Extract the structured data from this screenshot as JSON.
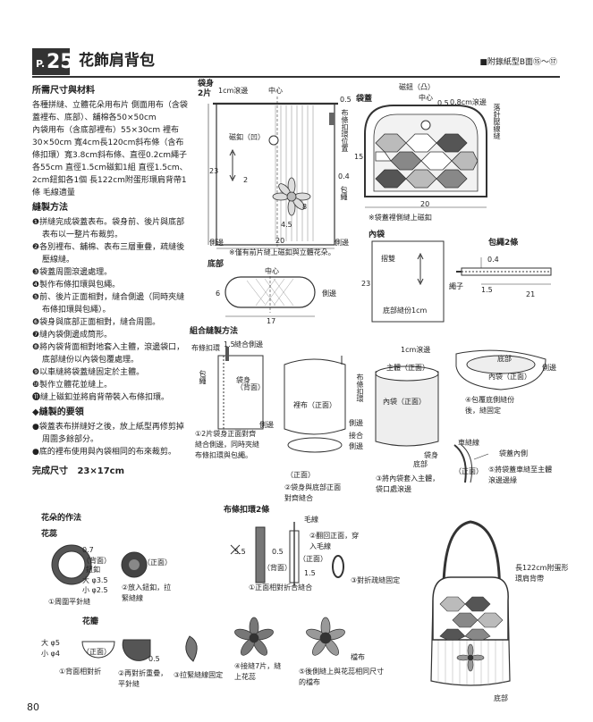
{
  "header": {
    "page_prefix": "P.",
    "page_no": "25",
    "title": "花飾肩背包",
    "ref": "■附錄紙型B面⑮〜⑰"
  },
  "materials": {
    "heading": "所需尺寸與材料",
    "lines": [
      "各種拼縫、立體花朵用布片 側面用布（含袋蓋裡布、底部）、舖棉各50×50cm",
      "內袋用布（含底部裡布）55×30cm 裡布30×50cm 寬4cm長120cm斜布條（含布條扣環）寬3.8cm斜布條、直徑0.2cm繩子各55cm 直徑1.5cm磁釦1組 直徑1.5cm、2cm鈕釦各1個 長122cm附蛋形環肩背帶1條 毛線適量"
    ]
  },
  "sewing": {
    "heading": "縫製方法",
    "steps": [
      "❶拼縫完成袋蓋表布。袋身前、後片與底部表布以一整片布裁剪。",
      "❷各別裡布、舖棉、表布三層重疊，疏縫後壓線縫。",
      "❸袋蓋周圍滾邊處理。",
      "❹製作布條扣環與包繩。",
      "❺前、後片正面相對，縫合側邊（同時夾縫布條扣環與包繩）。",
      "❻袋身與底部正面相對，縫合周圍。",
      "❼縫內袋側邊成筒形。",
      "❽將內袋背面相對地套入主體，滾邊袋口，底部縫份以內袋包覆處理。",
      "❾以車縫將袋蓋縫固定於主體。",
      "❿製作立體花並縫上。",
      "⓫縫上磁釦並將肩背帶裝入布條扣環。"
    ]
  },
  "tips": {
    "heading": "◆縫製的要領",
    "items": [
      "●袋蓋表布拼縫好之後，放上紙型再修剪掉周圍多餘部分。",
      "●底的裡布使用與內袋相同的布來裁剪。"
    ]
  },
  "finish": {
    "label": "完成尺寸",
    "value": "23×17cm"
  },
  "page_number": "80",
  "fig_body": {
    "title": "袋身",
    "count": "2片",
    "binding": "1cm滾邊",
    "center": "中心",
    "m05": "0.5",
    "tab_pos": "布條扣環位置",
    "magnet": "磁釦（凹）",
    "n2": "2",
    "n8": "8",
    "n23": "23",
    "n45": "4.5",
    "n04": "0.4",
    "cord": "包繩",
    "n20": "20",
    "side": "側邊",
    "note": "※僅有前片縫上磁釦與立體花朵。"
  },
  "fig_flap": {
    "title": "袋蓋",
    "magnet": "磁鈕（凸）",
    "center": "中心",
    "m05": "0.5",
    "bind": "0.8cm滾邊",
    "n15": "15",
    "n20": "20",
    "quilt": "落針壓線縫",
    "note": "※袋蓋裡側縫上磁釦"
  },
  "fig_bottom": {
    "title": "底部",
    "center": "中心",
    "n6": "6",
    "n17": "17",
    "side": "側邊"
  },
  "fig_lining": {
    "title": "內袋",
    "fold": "摺雙",
    "n23": "23",
    "seam": "底部縫份1cm"
  },
  "fig_cord": {
    "title": "包繩2條",
    "n04": "0.4",
    "rope": "繩子",
    "n15": "1.5",
    "n21": "21"
  },
  "fig_assembly": {
    "title": "組合縫製方法",
    "tab": "布條扣環",
    "n15": "1.5",
    "seam_side": "縫合側邊",
    "cord": "包繩",
    "body_front": "袋身（背面）",
    "lining_front": "裡布（正面）",
    "tab2": "布條扣環",
    "side": "側邊",
    "side2": "側邊",
    "joint": "接合",
    "side3": "側邊",
    "front": "（正面）",
    "step1": "①2片袋身正面對齊縫合側邊，同時夾縫布條扣環與包繩。",
    "step2": "②袋身與底部正面對齊縫合",
    "bind": "1cm滾邊",
    "main_front": "主體（正面）",
    "lining_inner": "內袋（正面）",
    "bag": "袋身",
    "bottom": "底部",
    "step3": "③將內袋套入主體，袋口處滾邊",
    "bottom2": "底部",
    "side4": "側邊",
    "lining_front2": "內袋（正面）",
    "step4": "④包覆底側縫份後，縫固定",
    "stitch": "車縫線",
    "lining_in": "袋蓋內側",
    "front2": "（正面）",
    "step5": "⑤將袋蓋車縫至主體滾邊邊緣"
  },
  "fig_tab": {
    "title": "布條扣環2條",
    "yarn": "毛線",
    "step2": "②翻回正面，穿入毛線",
    "n55": "5.5",
    "n05": "0.5",
    "back": "（背面）",
    "front": "（正面）",
    "n15": "1.5",
    "step1": "①正面相對折合縫合",
    "step3": "③對折疏縫固定"
  },
  "fig_flower": {
    "title": "花朵的作法",
    "stamen": "花蕊",
    "n07": "0.7",
    "back": "（背面）",
    "button": "鈕釦",
    "front": "（正面）",
    "large": "大",
    "large_val": "φ3.5",
    "small": "小",
    "small_val": "φ2.5",
    "s1": "①周圍平針縫",
    "s2": "②放入鈕釦，拉緊縫線",
    "petal": "花瓣",
    "pl": "大",
    "pl_val": "φ5",
    "ps": "小",
    "ps_val": "φ4",
    "pf": "（正面）",
    "p05": "0.5",
    "p1": "①背面相對折",
    "p2": "②再對折重疊，平針縫",
    "p3": "③拉緊縫線固定",
    "p4": "④接縫7片，縫上花蕊",
    "p5": "⑤後側縫上與花蕊相同尺寸的檔布",
    "backing": "檔布"
  },
  "fig_finished": {
    "strap": "長122cm附蛋形環肩背帶",
    "bottom": "底部"
  }
}
